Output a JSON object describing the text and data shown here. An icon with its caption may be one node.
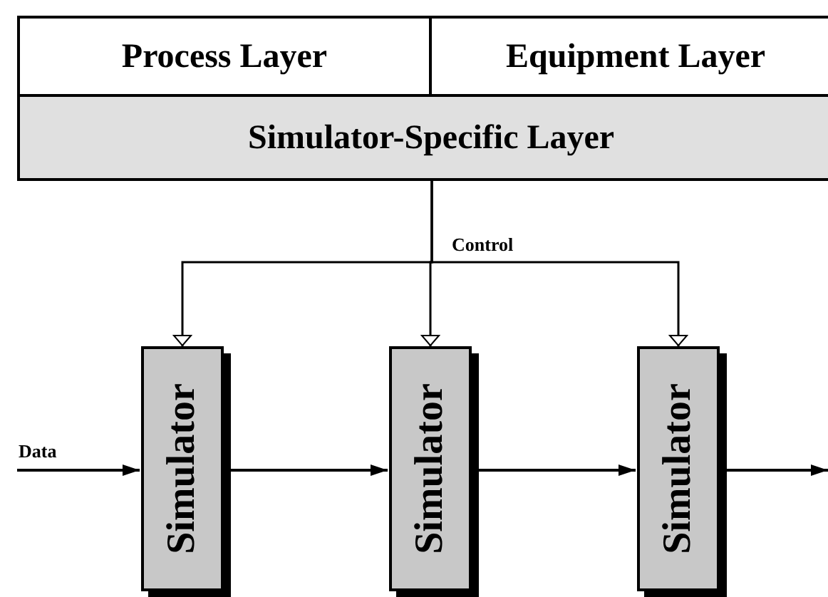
{
  "diagram": {
    "nodes": [
      {
        "text": [
          "Process Layer"
        ]
      },
      {
        "text": [
          "Equipment Layer"
        ]
      },
      {
        "text": [
          "Simulator-Specific Layer"
        ]
      },
      {
        "text": [
          "Simulator"
        ]
      },
      {
        "text": [
          "Simulator"
        ]
      },
      {
        "text": [
          "Simulator"
        ]
      }
    ],
    "edges": [
      {
        "from": 2,
        "to": 3,
        "arrow": "to"
      },
      {
        "from": 2,
        "to": 4,
        "arrow": "to",
        "label": "Control"
      },
      {
        "from": 2,
        "to": 5,
        "arrow": "to"
      },
      {
        "from": null,
        "to": 3,
        "arrow": "to",
        "label": "Data"
      },
      {
        "from": 3,
        "to": 4,
        "arrow": "to"
      },
      {
        "from": 4,
        "to": 5,
        "arrow": "to"
      },
      {
        "from": 5,
        "to": null,
        "arrow": "to"
      }
    ]
  }
}
